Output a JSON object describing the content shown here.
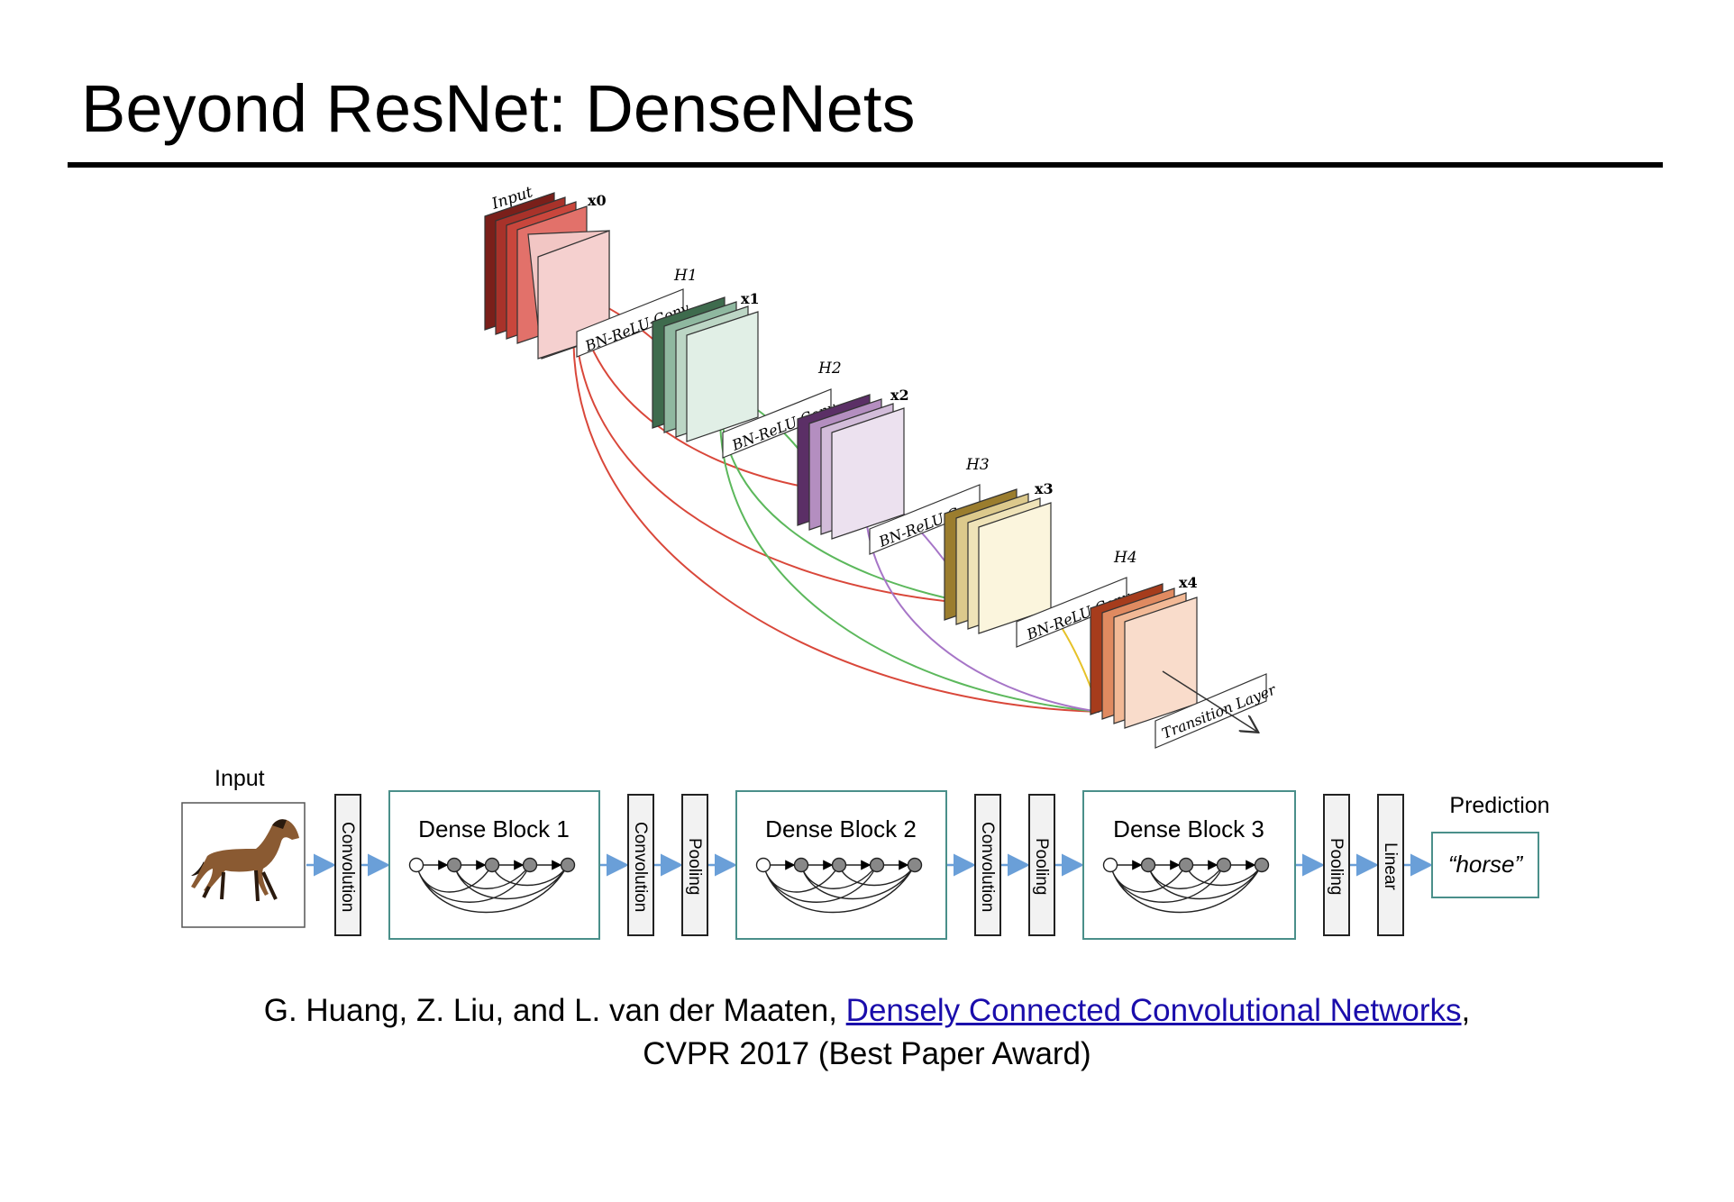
{
  "title": "Beyond ResNet: DenseNets",
  "top_diagram": {
    "input_label": "Input",
    "x_labels": [
      "x0",
      "x1",
      "x2",
      "x3",
      "x4"
    ],
    "h_labels": [
      "H1",
      "H2",
      "H3",
      "H4"
    ],
    "conv_label": "BN-ReLU-Conv",
    "transition_label": "Transition Layer",
    "colors": {
      "x0": "#c0392b",
      "x1": "#4e7d5e",
      "x2": "#7d4b87",
      "x3": "#b79a45",
      "x4": "#c4592f",
      "red_arc": "#d9473a",
      "green_arc": "#5cb85c",
      "purple_arc": "#a675c7",
      "yellow_arc": "#e6c229"
    }
  },
  "pipeline": {
    "input_label": "Input",
    "prediction_label": "Prediction",
    "prediction_value": "“horse”",
    "layers": {
      "conv1": "Convolution",
      "block1": "Dense Block 1",
      "conv2": "Convolution",
      "pool2": "Pooling",
      "block2": "Dense Block 2",
      "conv3": "Convolution",
      "pool3": "Pooling",
      "block3": "Dense Block 3",
      "pool4": "Pooling",
      "linear": "Linear"
    },
    "colors": {
      "block_border": "#4a8f8a",
      "arrow": "#6a9fd8"
    }
  },
  "citation": {
    "authors": "G. Huang, Z. Liu, and L. van der Maaten, ",
    "link_text": "Densely Connected Convolutional Networks",
    "after_link": ",",
    "venue": "CVPR 2017 (Best Paper Award)"
  }
}
